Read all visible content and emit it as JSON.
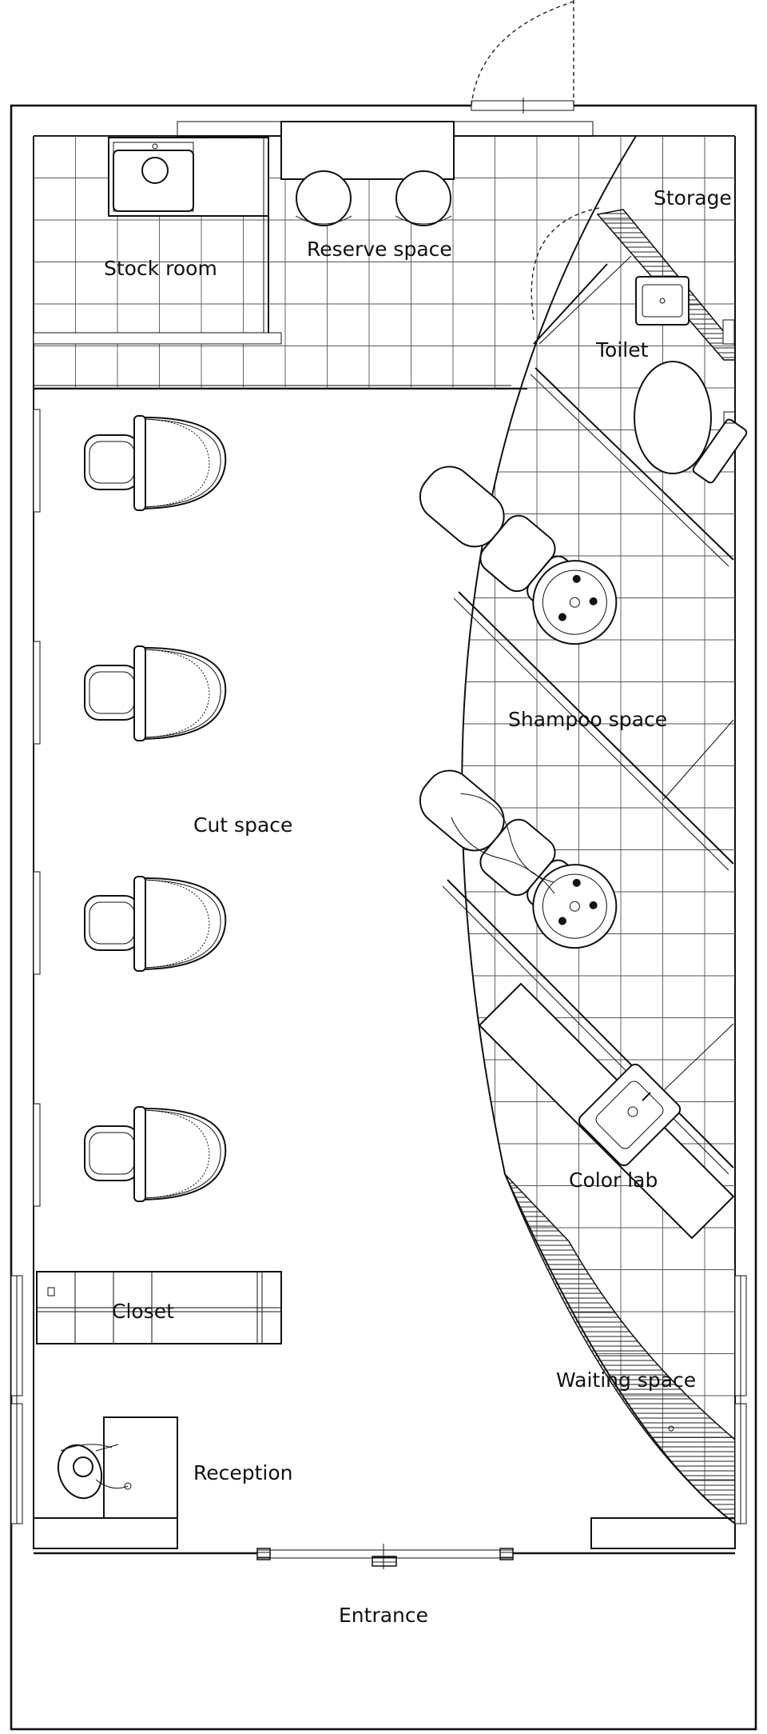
{
  "rooms": {
    "storage": "Storage",
    "reserve_space": "Reserve space",
    "stock_room": "Stock room",
    "toilet": "Toilet",
    "shampoo_space": "Shampoo space",
    "cut_space": "Cut space",
    "color_lab": "Color lab",
    "closet": "Closet",
    "waiting_space": "Waiting space",
    "reception": "Reception",
    "entrance": "Entrance"
  }
}
